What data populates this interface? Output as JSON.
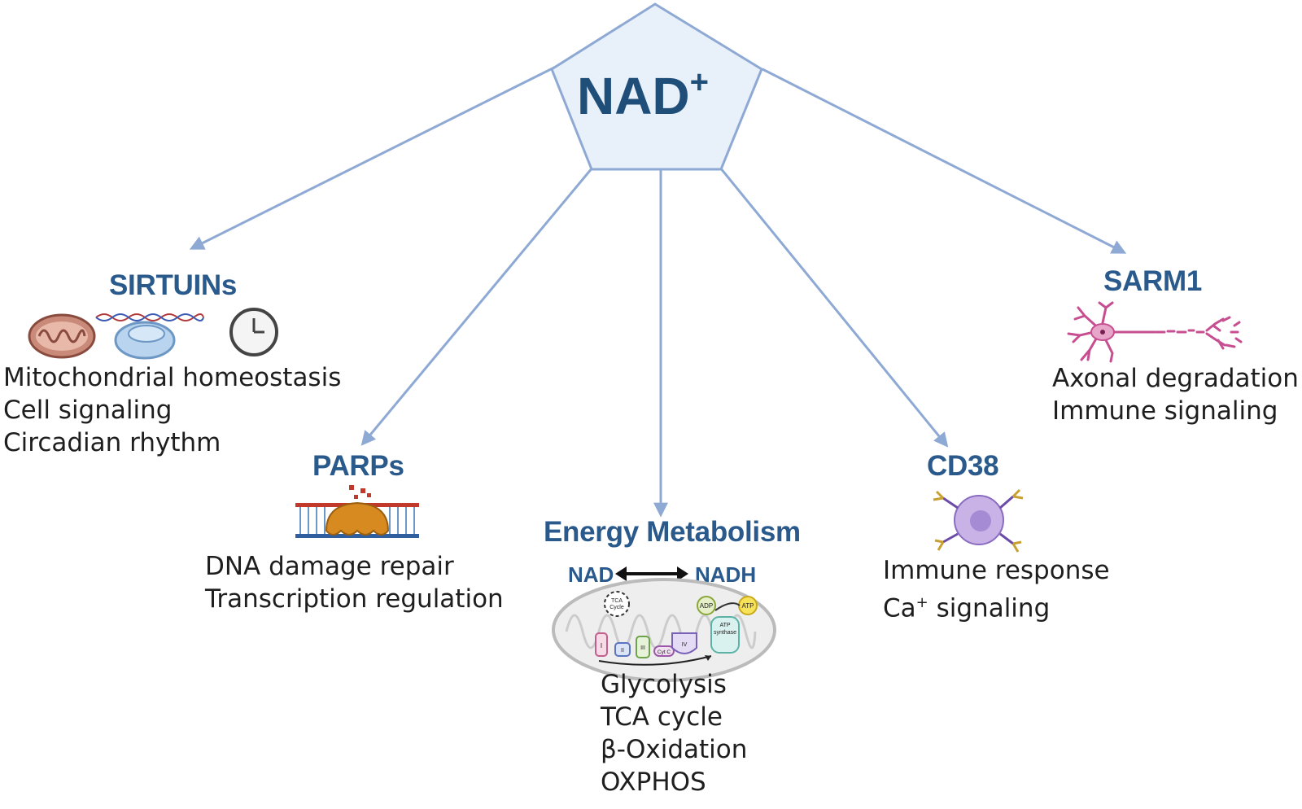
{
  "hub": {
    "label": "NAD",
    "superscript": "+"
  },
  "nodes": {
    "sirtuins": {
      "title": "SIRTUINs",
      "items": [
        "Mitochondrial homeostasis",
        "Cell signaling",
        "Circadian rhythm"
      ],
      "icons": [
        "mitochondrion-icon",
        "dna-protein-icon",
        "clock-icon"
      ]
    },
    "parps": {
      "title": "PARPs",
      "items": [
        "DNA damage repair",
        "Transcription regulation"
      ],
      "icons": [
        "dna-repair-enzyme-icon"
      ]
    },
    "energy": {
      "title": "Energy Metabolism",
      "nad_left": "NAD",
      "nad_right": "NADH",
      "diagram_labels": {
        "tca": "TCA",
        "cycle": "Cycle",
        "adp": "ADP",
        "atp": "ATP",
        "atp_synthase_1": "ATP",
        "atp_synthase_2": "synthase",
        "complex_1": "I",
        "complex_2": "II",
        "complex_3": "III",
        "cyt_c": "Cyt C",
        "complex_4": "IV"
      },
      "items": [
        "Glycolysis",
        "TCA cycle",
        "β-Oxidation",
        "OXPHOS"
      ],
      "icons": [
        "mitochondrion-respiration-icon"
      ]
    },
    "cd38": {
      "title": "CD38",
      "items": [
        "Immune response"
      ],
      "ca_signal": {
        "prefix": "Ca",
        "superscript": "+",
        "suffix": " signaling"
      },
      "icons": [
        "immune-cell-icon"
      ]
    },
    "sarm1": {
      "title": "SARM1",
      "items": [
        "Axonal degradation",
        "Immune signaling"
      ],
      "icons": [
        "neuron-icon"
      ]
    }
  },
  "colors": {
    "arrow": "#8ea9d4",
    "hub_fill": "#e8f0fa",
    "hub_stroke": "#8ea9d4",
    "title": "#2a5a8c",
    "hub_text": "#1f4e79",
    "text": "#1e1e1e"
  }
}
